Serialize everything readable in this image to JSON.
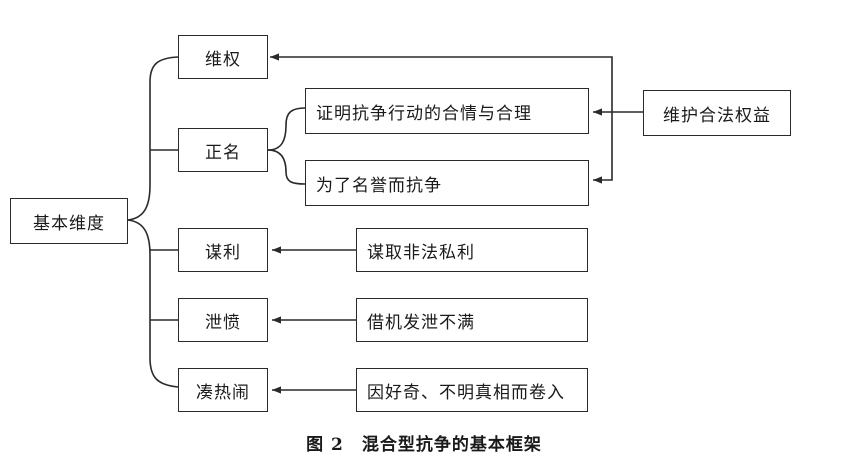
{
  "root": {
    "label": "基本维度"
  },
  "dimensions": [
    {
      "key": "weiquan",
      "label": "维权"
    },
    {
      "key": "zhengming",
      "label": "正名"
    },
    {
      "key": "mouli",
      "label": "谋利"
    },
    {
      "key": "xiefen",
      "label": "泄愤"
    },
    {
      "key": "cournaoao",
      "label": "凑热闹"
    }
  ],
  "causes": {
    "zhengming_a": "证明抗争行动的合情与合理",
    "zhengming_b": "为了名誉而抗争",
    "mouli": "谋取非法私利",
    "xiefen": "借机发泄不满",
    "cournaoao": "因好奇、不明真相而卷入"
  },
  "source": {
    "label": "维护合法权益"
  },
  "caption": "图 2　混合型抗争的基本框架",
  "colors": {
    "line": "#2a2a2a",
    "text": "#1a1a1a",
    "background": "#ffffff"
  }
}
